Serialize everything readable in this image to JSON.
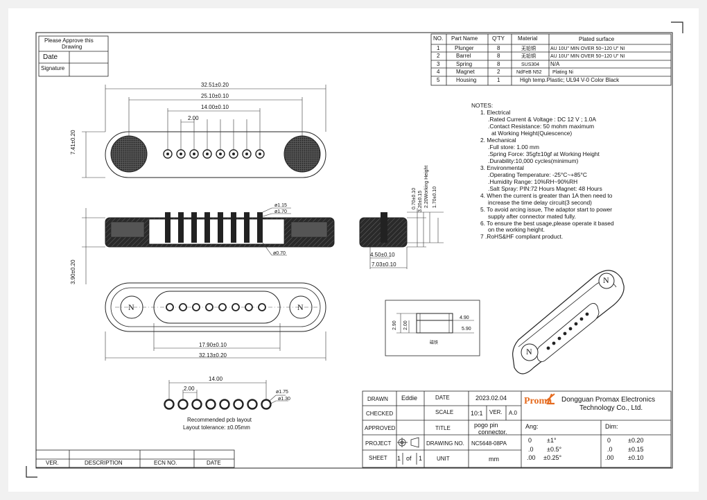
{
  "approve_box": {
    "title_line1": "Please Approve this",
    "title_line2": "Drawing",
    "date_label": "Date",
    "signature_label": "Signature"
  },
  "bom": {
    "headers": [
      "NO.",
      "Part Name",
      "Q'TY",
      "Material",
      "Plated surface"
    ],
    "rows": [
      [
        "1",
        "Plunger",
        "8",
        "无铅铜",
        "AU 10U\" MIN OVER 50~120 U\" NI"
      ],
      [
        "2",
        "Barrel",
        "8",
        "无铅铜",
        "AU 10U\" MIN OVER 50~120 U\" NI"
      ],
      [
        "3",
        "Spring",
        "8",
        "SUS304",
        "N/A"
      ],
      [
        "4",
        "Magnet",
        "2",
        "NdFeB N52",
        "Plating Ni"
      ],
      [
        "5",
        "Housing",
        "1",
        "High temp.Plastic; UL94 V-0 Color Black",
        ""
      ]
    ]
  },
  "notes": {
    "title": "NOTES:",
    "lines": [
      "1. Electrical",
      ".Rated Current & Voltage : DC 12 V ; 1.0A",
      ".Contact Resistance: 50 mohm maximum",
      "at Working Height(Quiescence)",
      "2. Mechanical",
      ".Full store: 1.00 mm",
      ".Spring Force: 35gf±10gf at Working Height",
      ".Durability:10,000 cycles(minimum)",
      "3. Environmental",
      ".Operating Temperature: -25°C~+85°C",
      ".Humidity Range: 10%RH~90%RH",
      ".Salt Spray: PIN:72 Hours Magnet: 48 Hours",
      "4. When the current is greater than 1A then need to",
      "increase the time delay circuit(3 second)",
      "5. To avoid arcing issue, The adaptor start to power",
      "supply after connector mated fully.",
      "6. To ensure the best usage,please operate it based",
      "on the working height.",
      "7 .RoHS&HF compliant product."
    ]
  },
  "dims": {
    "top_overall": "32.51±0.20",
    "magnet_pitch": "25.10±0.10",
    "pin_span": "14.00±0.10",
    "pin_pitch": "2.00",
    "height_left": "7.41±0.20",
    "side_d1": "ø1.15",
    "side_d2": "ø1.70",
    "side_d3": "ø0.70",
    "side_height": "3.90±0.20",
    "v1": "0.70±0.10",
    "v2": "3.20±0.15",
    "v3": "2.20Working Height",
    "v4": "1.70±0.10",
    "end_w1": "4.50±0.10",
    "end_w2": "7.03±0.10",
    "bottom_span": "17.90±0.10",
    "bottom_overall": "32.13±0.20",
    "mag_n": "N",
    "detail_w1": "4.90",
    "detail_w2": "5.90",
    "detail_h1": "2.90",
    "detail_h2": "2.00",
    "detail_label": "磁铁",
    "pcb_span": "14.00",
    "pcb_pitch": "2.00",
    "pcb_d1": "ø1.75",
    "pcb_d2": "ø1.30",
    "pcb_caption1": "Recommended pcb layout",
    "pcb_caption2": "Layout tolerance: ±0.05mm"
  },
  "title_block": {
    "drawn_label": "DRAWN",
    "drawn_value": "Eddie",
    "date_label": "DATE",
    "date_value": "2023.02.04",
    "checked_label": "CHECKED",
    "scale_label": "SCALE",
    "scale_value": "10:1",
    "ver_label": "VER.",
    "ver_value": "A.0",
    "approved_label": "APPROVED",
    "title_label": "TITLE",
    "title_value1": "pogo pin",
    "title_value2": "connector.",
    "project_label": "PROJECT",
    "drawing_no_label": "DRAWING NO.",
    "drawing_no_value": "NC5648-08PA",
    "sheet_label": "SHEET",
    "sheet_value_1": "1",
    "sheet_of": "of",
    "sheet_value_2": "1",
    "unit_label": "UNIT",
    "unit_value": "mm",
    "logo": "Proma",
    "company1": "Dongguan Promax Electronics",
    "company2": "Technology Co., Ltd.",
    "ang_label": "Ang:",
    "ang_rows": [
      [
        "0",
        "±1°"
      ],
      [
        ".0",
        "±0.5°"
      ],
      [
        ".00",
        "±0.25°"
      ]
    ],
    "dim_label": "Dim:",
    "dim_rows": [
      [
        "0",
        "±0.20"
      ],
      [
        ".0",
        "±0.15"
      ],
      [
        ".00",
        "±0.10"
      ]
    ]
  },
  "revision": {
    "headers": [
      "VER.",
      "DESCRIPTION",
      "ECN NO.",
      "DATE"
    ]
  }
}
